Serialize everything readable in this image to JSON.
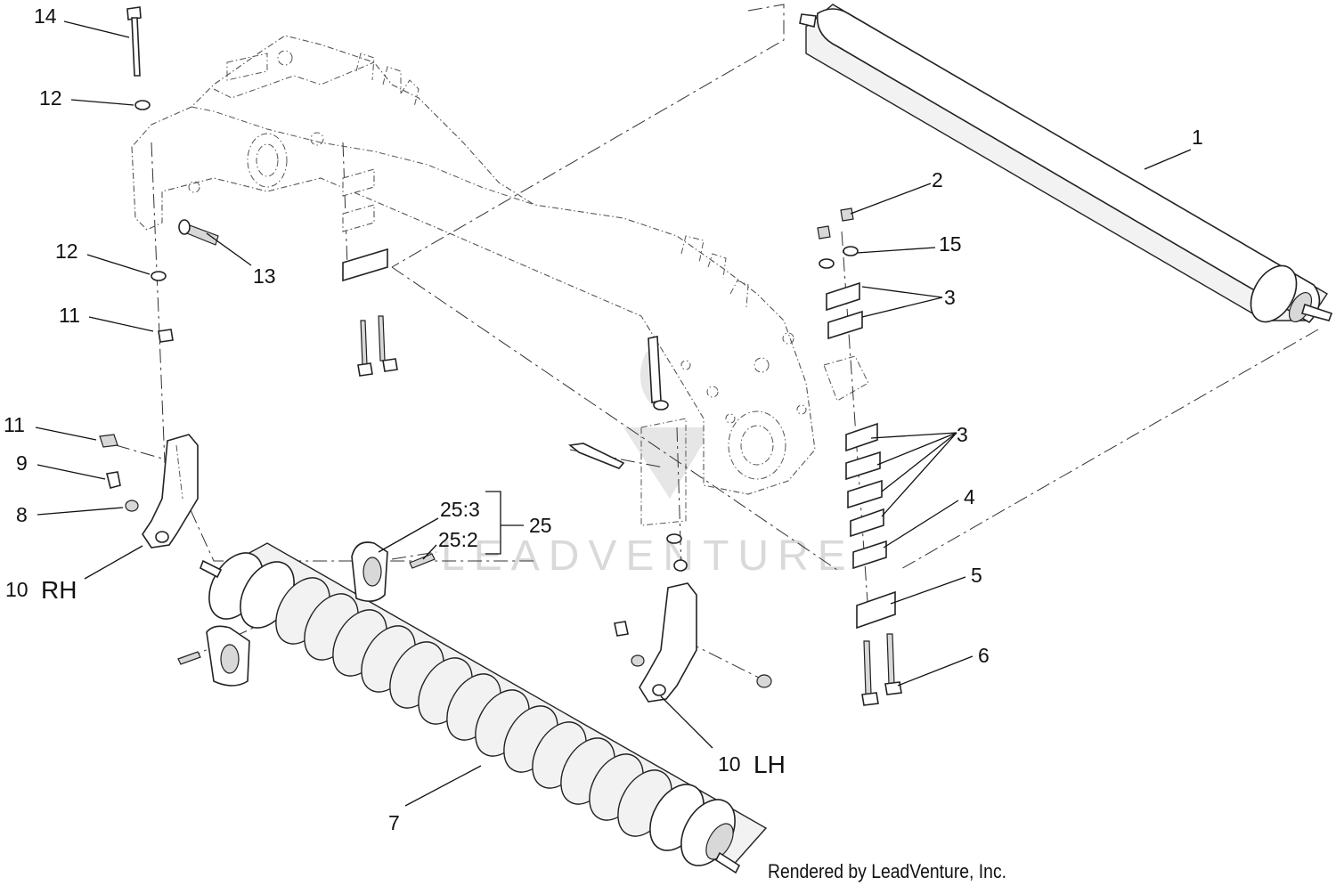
{
  "callouts": {
    "c14": "14",
    "c12a": "12",
    "c12b": "12",
    "c13": "13",
    "c11a": "11",
    "c11b": "11",
    "c9": "9",
    "c8": "8",
    "c10rh_num": "10",
    "c10rh_side": "RH",
    "c10lh_num": "10",
    "c10lh_side": "LH",
    "c1": "1",
    "c2": "2",
    "c15": "15",
    "c3a": "3",
    "c3b": "3",
    "c4": "4",
    "c5": "5",
    "c6": "6",
    "c7": "7",
    "c25_3": "25:3",
    "c25_2": "25:2",
    "c25": "25"
  },
  "watermark": "LEADVENTURE",
  "credit": "Rendered by LeadVenture, Inc."
}
